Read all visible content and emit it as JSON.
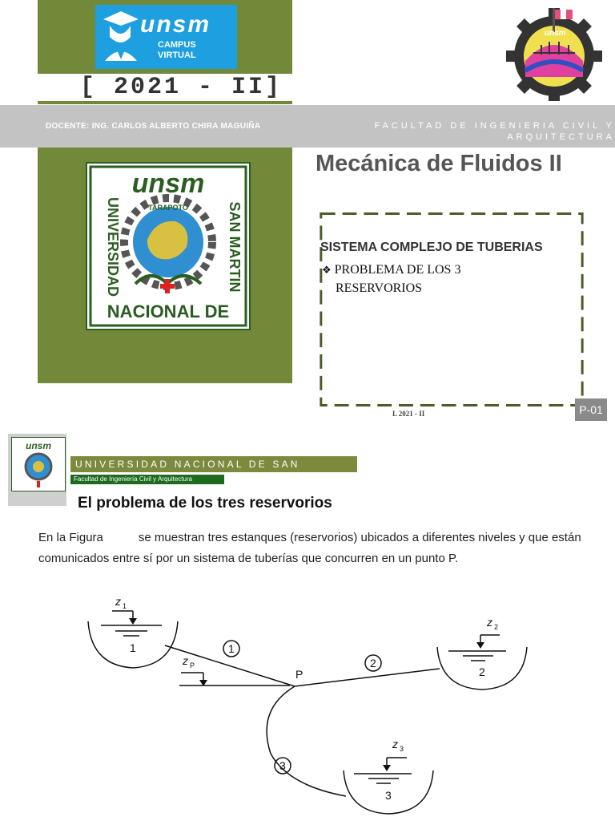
{
  "header": {
    "logo_word": "unsm",
    "logo_sub": "CAMPUS\nVIRTUAL",
    "year": "[ 2021 - II]",
    "docente": "DOCENTE: ING. CARLOS ALBERTO CHIRA MAGUIÑA",
    "facultad": "FACULTAD DE INGENIERIA CIVIL Y ARQUITECTURA",
    "course_title": "Mecánica de Fluidos II"
  },
  "seal": {
    "logo_word": "unsm",
    "top_text": "TARAPOTO",
    "left_text": "UNIVERSIDAD",
    "bottom_text": "NACIONAL DE",
    "right_text": "SAN MARTIN"
  },
  "box": {
    "title": "SISTEMA COMPLEJO DE TUBERIAS",
    "bullet": "❖",
    "item_line1": "PROBLEMA DE LOS 3",
    "item_line2": "RESERVORIOS"
  },
  "footer_tag": "L 2021 - II",
  "page_code": "P-01",
  "page2": {
    "university": "UNIVERSIDAD NACIONAL DE SAN MARTIN",
    "faculty": "Facultad de Ingeniería Civil y Arquitectura",
    "heading": "El problema de los tres reservorios",
    "para_part1": "En la Figura",
    "para_part2": "se muestran tres estanques (reservorios) ubicados a diferentes niveles y que están comunicados entre sí por un sistema de tuberías que concurren en un punto P."
  },
  "diagram": {
    "z1": "z",
    "z1_sub": "1",
    "z2": "z",
    "z2_sub": "2",
    "z3": "z",
    "z3_sub": "3",
    "zp": "z",
    "zp_sub": "P",
    "res1": "1",
    "res2": "2",
    "res3": "3",
    "pipe1": "1",
    "pipe2": "2",
    "pipe3": "3",
    "point": "P"
  }
}
